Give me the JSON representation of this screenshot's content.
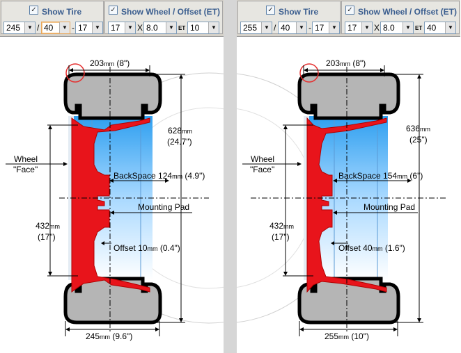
{
  "labels": {
    "show_tire": "Show Tire",
    "show_wheel_offset": "Show Wheel / Offset (ET)",
    "checkmark": "✓",
    "dropdown_arrow": "▼",
    "slash": "/",
    "dash": "-",
    "x": "X",
    "et": "ET",
    "wheel_face_1": "Wheel",
    "wheel_face_2": "\"Face\"",
    "mounting_pad": "Mounting Pad"
  },
  "left": {
    "tire_width": "245",
    "aspect_ratio": "40",
    "tire_rim": "17",
    "wheel_diameter": "17",
    "wheel_width": "8.0",
    "offset_et": "10",
    "section_width_mm": "203",
    "section_width_in": "(8\")",
    "overall_diameter_mm": "628",
    "overall_diameter_in": "(24.7\")",
    "rim_diameter_mm": "432",
    "rim_diameter_in": "(17\")",
    "backspace_label": "BackSpace",
    "backspace_mm": "124",
    "backspace_in": "(4.9\")",
    "offset_label": "Offset",
    "offset_mm": "10",
    "offset_in": "(0.4\")",
    "tire_width_mm": "245",
    "tire_width_in": "(9.6\")",
    "unit_mm": "mm"
  },
  "right": {
    "tire_width": "255",
    "aspect_ratio": "40",
    "tire_rim": "17",
    "wheel_diameter": "17",
    "wheel_width": "8.0",
    "offset_et": "40",
    "section_width_mm": "203",
    "section_width_in": "(8\")",
    "overall_diameter_mm": "636",
    "overall_diameter_in": "(25\")",
    "rim_diameter_mm": "432",
    "rim_diameter_in": "(17\")",
    "backspace_label": "BackSpace",
    "backspace_mm": "154",
    "backspace_in": "(6\")",
    "offset_label": "Offset",
    "offset_mm": "40",
    "offset_in": "(1.6\")",
    "tire_width_mm": "255",
    "tire_width_in": "(10\")",
    "unit_mm": "mm"
  },
  "colors": {
    "wheel_red": "#e8141b",
    "tire_gray": "#b5b5b5",
    "rim_blue": "#2e9ff0",
    "label_blue": "#3b5e8f",
    "dim_line": "#000000",
    "highlight_circle": "#e53030"
  }
}
